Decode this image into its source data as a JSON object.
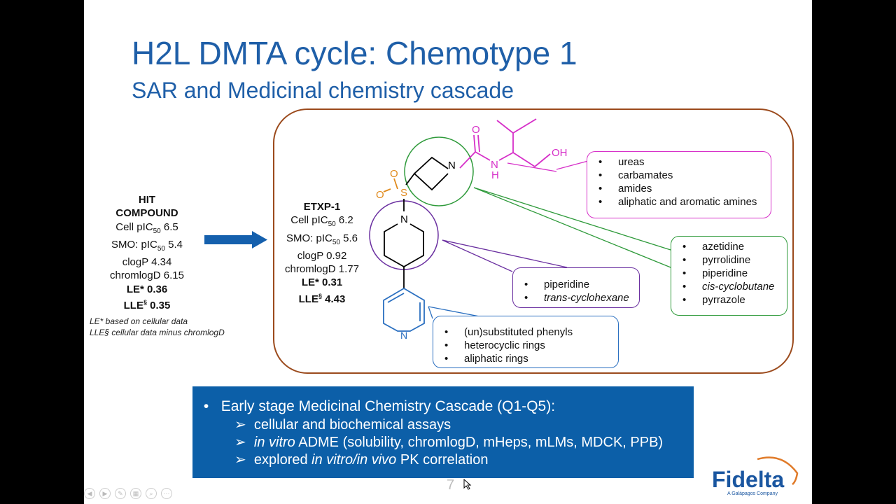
{
  "slide": {
    "title": "H2L DMTA cycle: Chemotype 1",
    "subtitle": "SAR and Medicinal chemistry cascade",
    "page_number": "7"
  },
  "hit_compound": {
    "line1": "HIT",
    "line2": "COMPOUND",
    "cell_prefix": "Cell pIC",
    "cell_sub": "50",
    "cell_val": " 6.5",
    "smo_prefix": "SMO: pIC",
    "smo_sub": "50",
    "smo_val": " 5.4",
    "clogp": "clogP 4.34",
    "chromlogd": "chromlogD 6.15",
    "le": "LE* 0.36",
    "lle_prefix": "LLE",
    "lle_sup": "§",
    "lle_val": " 0.35"
  },
  "etxp": {
    "name": "ETXP-1",
    "cell_prefix": "Cell pIC",
    "cell_sub": "50",
    "cell_val": " 6.2",
    "smo_prefix": "SMO: pIC",
    "smo_sub": "50",
    "smo_val": " 5.6",
    "clogp": "clogP 0.92",
    "chromlogd": "chromlogD 1.77",
    "le": "LE* 0.31",
    "lle_prefix": "LLE",
    "lle_sup": "§",
    "lle_val": " 4.43"
  },
  "footnotes": {
    "le_note": "LE* based on cellular data",
    "lle_note": "LLE§ cellular data minus chromlogD"
  },
  "molecule_labels": {
    "oxygen": "O",
    "nitrogen": "N",
    "nh_n": "N",
    "nh_h": "H",
    "hydroxyl": "OH",
    "sulfur": "S"
  },
  "callouts": {
    "magenta": [
      "ureas",
      "carbamates",
      "amides",
      "aliphatic and aromatic amines"
    ],
    "green": [
      "azetidine",
      "pyrrolidine",
      "piperidine",
      "cis-cyclobutane",
      "pyrrazole"
    ],
    "purple": [
      "piperidine",
      "trans-cyclohexane"
    ],
    "blue": [
      "(un)substituted phenyls",
      "heterocyclic rings",
      "aliphatic rings"
    ]
  },
  "cascade": {
    "main": "Early stage Medicinal Chemistry Cascade (Q1-Q5):",
    "item1": "cellular and biochemical assays",
    "item2_italic": "in vitro",
    "item2_rest": " ADME (solubility, chromlogD, mHeps, mLMs, MDCK, PPB)",
    "item3_pre": "explored ",
    "item3_italic": "in vitro/in vivo",
    "item3_rest": " PK correlation"
  },
  "logo": {
    "name": "Fidelta",
    "tagline": "A Galápagos Company"
  },
  "colors": {
    "title_blue": "#1f5fa8",
    "frame_brown": "#9b4a1c",
    "magenta": "#d62fc8",
    "green": "#2e9a3a",
    "purple": "#6a2fa0",
    "blue": "#2a6fc0",
    "orange": "#e08a1c",
    "cascade_bg": "#0c5fa8"
  }
}
